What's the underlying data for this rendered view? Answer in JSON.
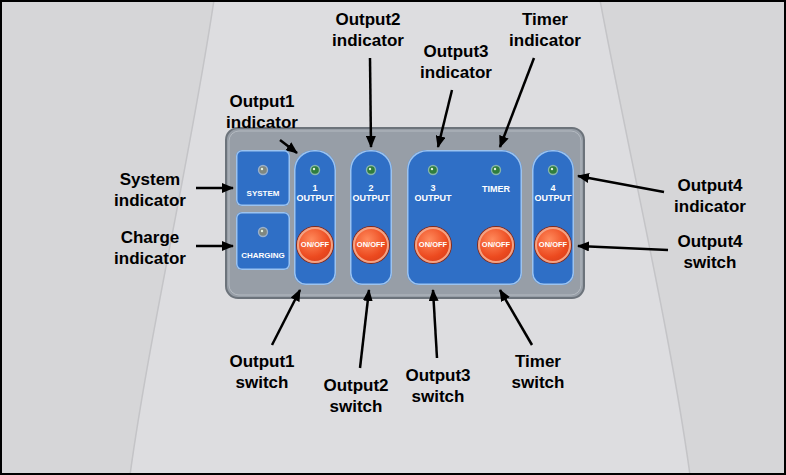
{
  "diagram": {
    "nodes": [
      {
        "text": [
          "SYSTEM"
        ]
      },
      {
        "text": [
          "CHARGING"
        ]
      },
      {
        "text": [
          "1 OUTPUT"
        ]
      },
      {
        "text": [
          "ON/OFF"
        ],
        "in": 2
      },
      {
        "text": [
          "2 OUTPUT"
        ]
      },
      {
        "text": [
          "ON/OFF"
        ],
        "in": 4
      },
      {
        "text": [
          "3 OUTPUT",
          "TIMER"
        ]
      },
      {
        "text": [
          "ON/OFF"
        ],
        "in": 6
      },
      {
        "text": [
          "ON/OFF"
        ],
        "in": 6
      },
      {
        "text": [
          "4 OUTPUT"
        ]
      },
      {
        "text": [
          "ON/OFF"
        ],
        "in": 9
      }
    ],
    "labels": [
      "Output1 indicator",
      "Output2 indicator",
      "Output3 indicator",
      "Timer indicator",
      "System indicator",
      "Output4 indicator",
      "Charge indicator",
      "Output4 switch",
      "Output1 switch",
      "Output2 switch",
      "Output3 switch",
      "Timer switch"
    ]
  }
}
